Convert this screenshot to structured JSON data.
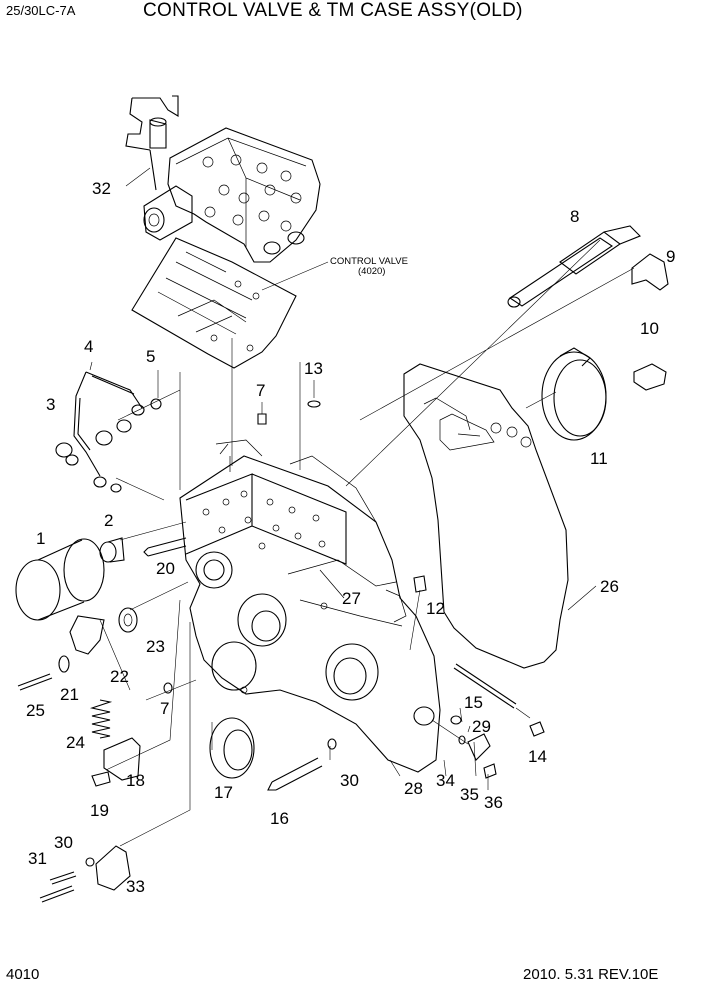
{
  "header": {
    "model": "25/30LC-7A",
    "title": "CONTROL VALVE & TM CASE ASSY(OLD)"
  },
  "footer": {
    "page": "4010",
    "revision": "2010. 5.31 REV.10E"
  },
  "annotation": {
    "control_valve_line1": "CONTROL VALVE",
    "control_valve_line2": "(4020)"
  },
  "callouts": [
    "1",
    "2",
    "3",
    "4",
    "5",
    "7",
    "8",
    "9",
    "10",
    "11",
    "12",
    "13",
    "14",
    "15",
    "16",
    "17",
    "18",
    "19",
    "20",
    "21",
    "22",
    "23",
    "24",
    "25",
    "26",
    "27",
    "28",
    "29",
    "30",
    "31",
    "33",
    "34",
    "35",
    "36",
    "32"
  ],
  "callout_repeats": {
    "7_second": "7",
    "30_second": "30"
  }
}
